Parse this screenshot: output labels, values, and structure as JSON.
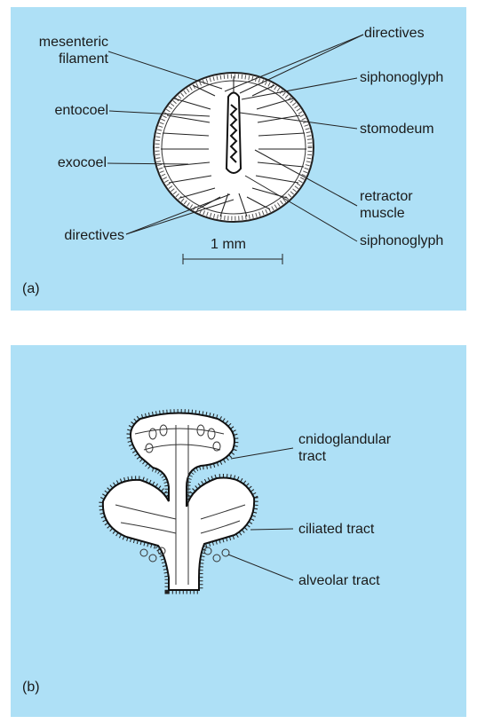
{
  "panel_a": {
    "letter": "(a)",
    "scale_bar": "1 mm",
    "labels": {
      "mesenteric_filament": [
        "mesenteric",
        "filament"
      ],
      "entocoel": "entocoel",
      "exocoel": "exocoel",
      "directives_bottom": "directives",
      "directives_top": "directives",
      "siphonoglyph_top": "siphonoglyph",
      "stomodeum": "stomodeum",
      "retractor_muscle": [
        "retractor",
        "muscle"
      ],
      "siphonoglyph_bottom": "siphonoglyph"
    }
  },
  "panel_b": {
    "letter": "(b)",
    "labels": {
      "cnidoglandular_tract": [
        "cnidoglandular",
        "tract"
      ],
      "ciliated_tract": "ciliated tract",
      "alveolar_tract": "alveolar tract"
    }
  }
}
